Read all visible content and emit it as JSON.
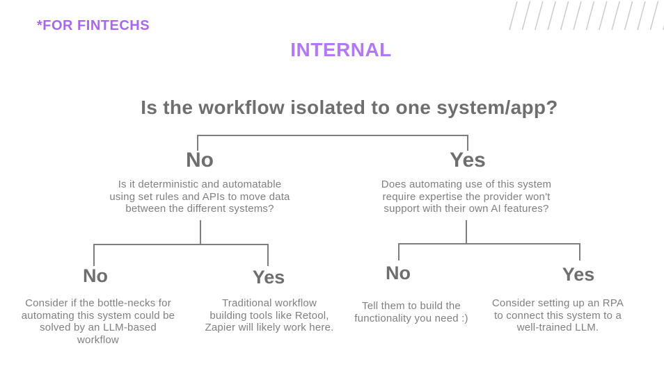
{
  "colors": {
    "accent_purple": "#a767f0",
    "title_purple": "#b279f2",
    "heading_gray": "#6e6e6e",
    "body_gray": "#7f7f7f",
    "line_gray": "#7d7d7d",
    "stripe_gray": "#cccccc"
  },
  "badge": {
    "label": "*FOR FINTECHS"
  },
  "header": {
    "title": "INTERNAL"
  },
  "decision_tree": {
    "root_question": "Is the workflow isolated to one system/app?",
    "left_branch": {
      "label": "No",
      "question_lines": [
        "Is it deterministic and automatable",
        "using set rules and APIs to move data",
        "between the different systems?"
      ],
      "no_leaf": {
        "label": "No",
        "text_lines": [
          "Consider if the bottle-necks for",
          "automating this system could be",
          "solved by an LLM-based",
          "workflow"
        ]
      },
      "yes_leaf": {
        "label": "Yes",
        "text_lines": [
          "Traditional workflow",
          "building tools like Retool,",
          "Zapier will likely work here."
        ]
      }
    },
    "right_branch": {
      "label": "Yes",
      "question_lines": [
        "Does automating use of this system",
        "require expertise the provider won't",
        "support with their own AI features?"
      ],
      "no_leaf": {
        "label": "No",
        "text_lines": [
          "Tell them to build the",
          "functionality you need :)"
        ]
      },
      "yes_leaf": {
        "label": "Yes",
        "text_lines": [
          "Consider setting up an RPA",
          "to connect this system to a",
          "well-trained LLM."
        ]
      }
    }
  }
}
